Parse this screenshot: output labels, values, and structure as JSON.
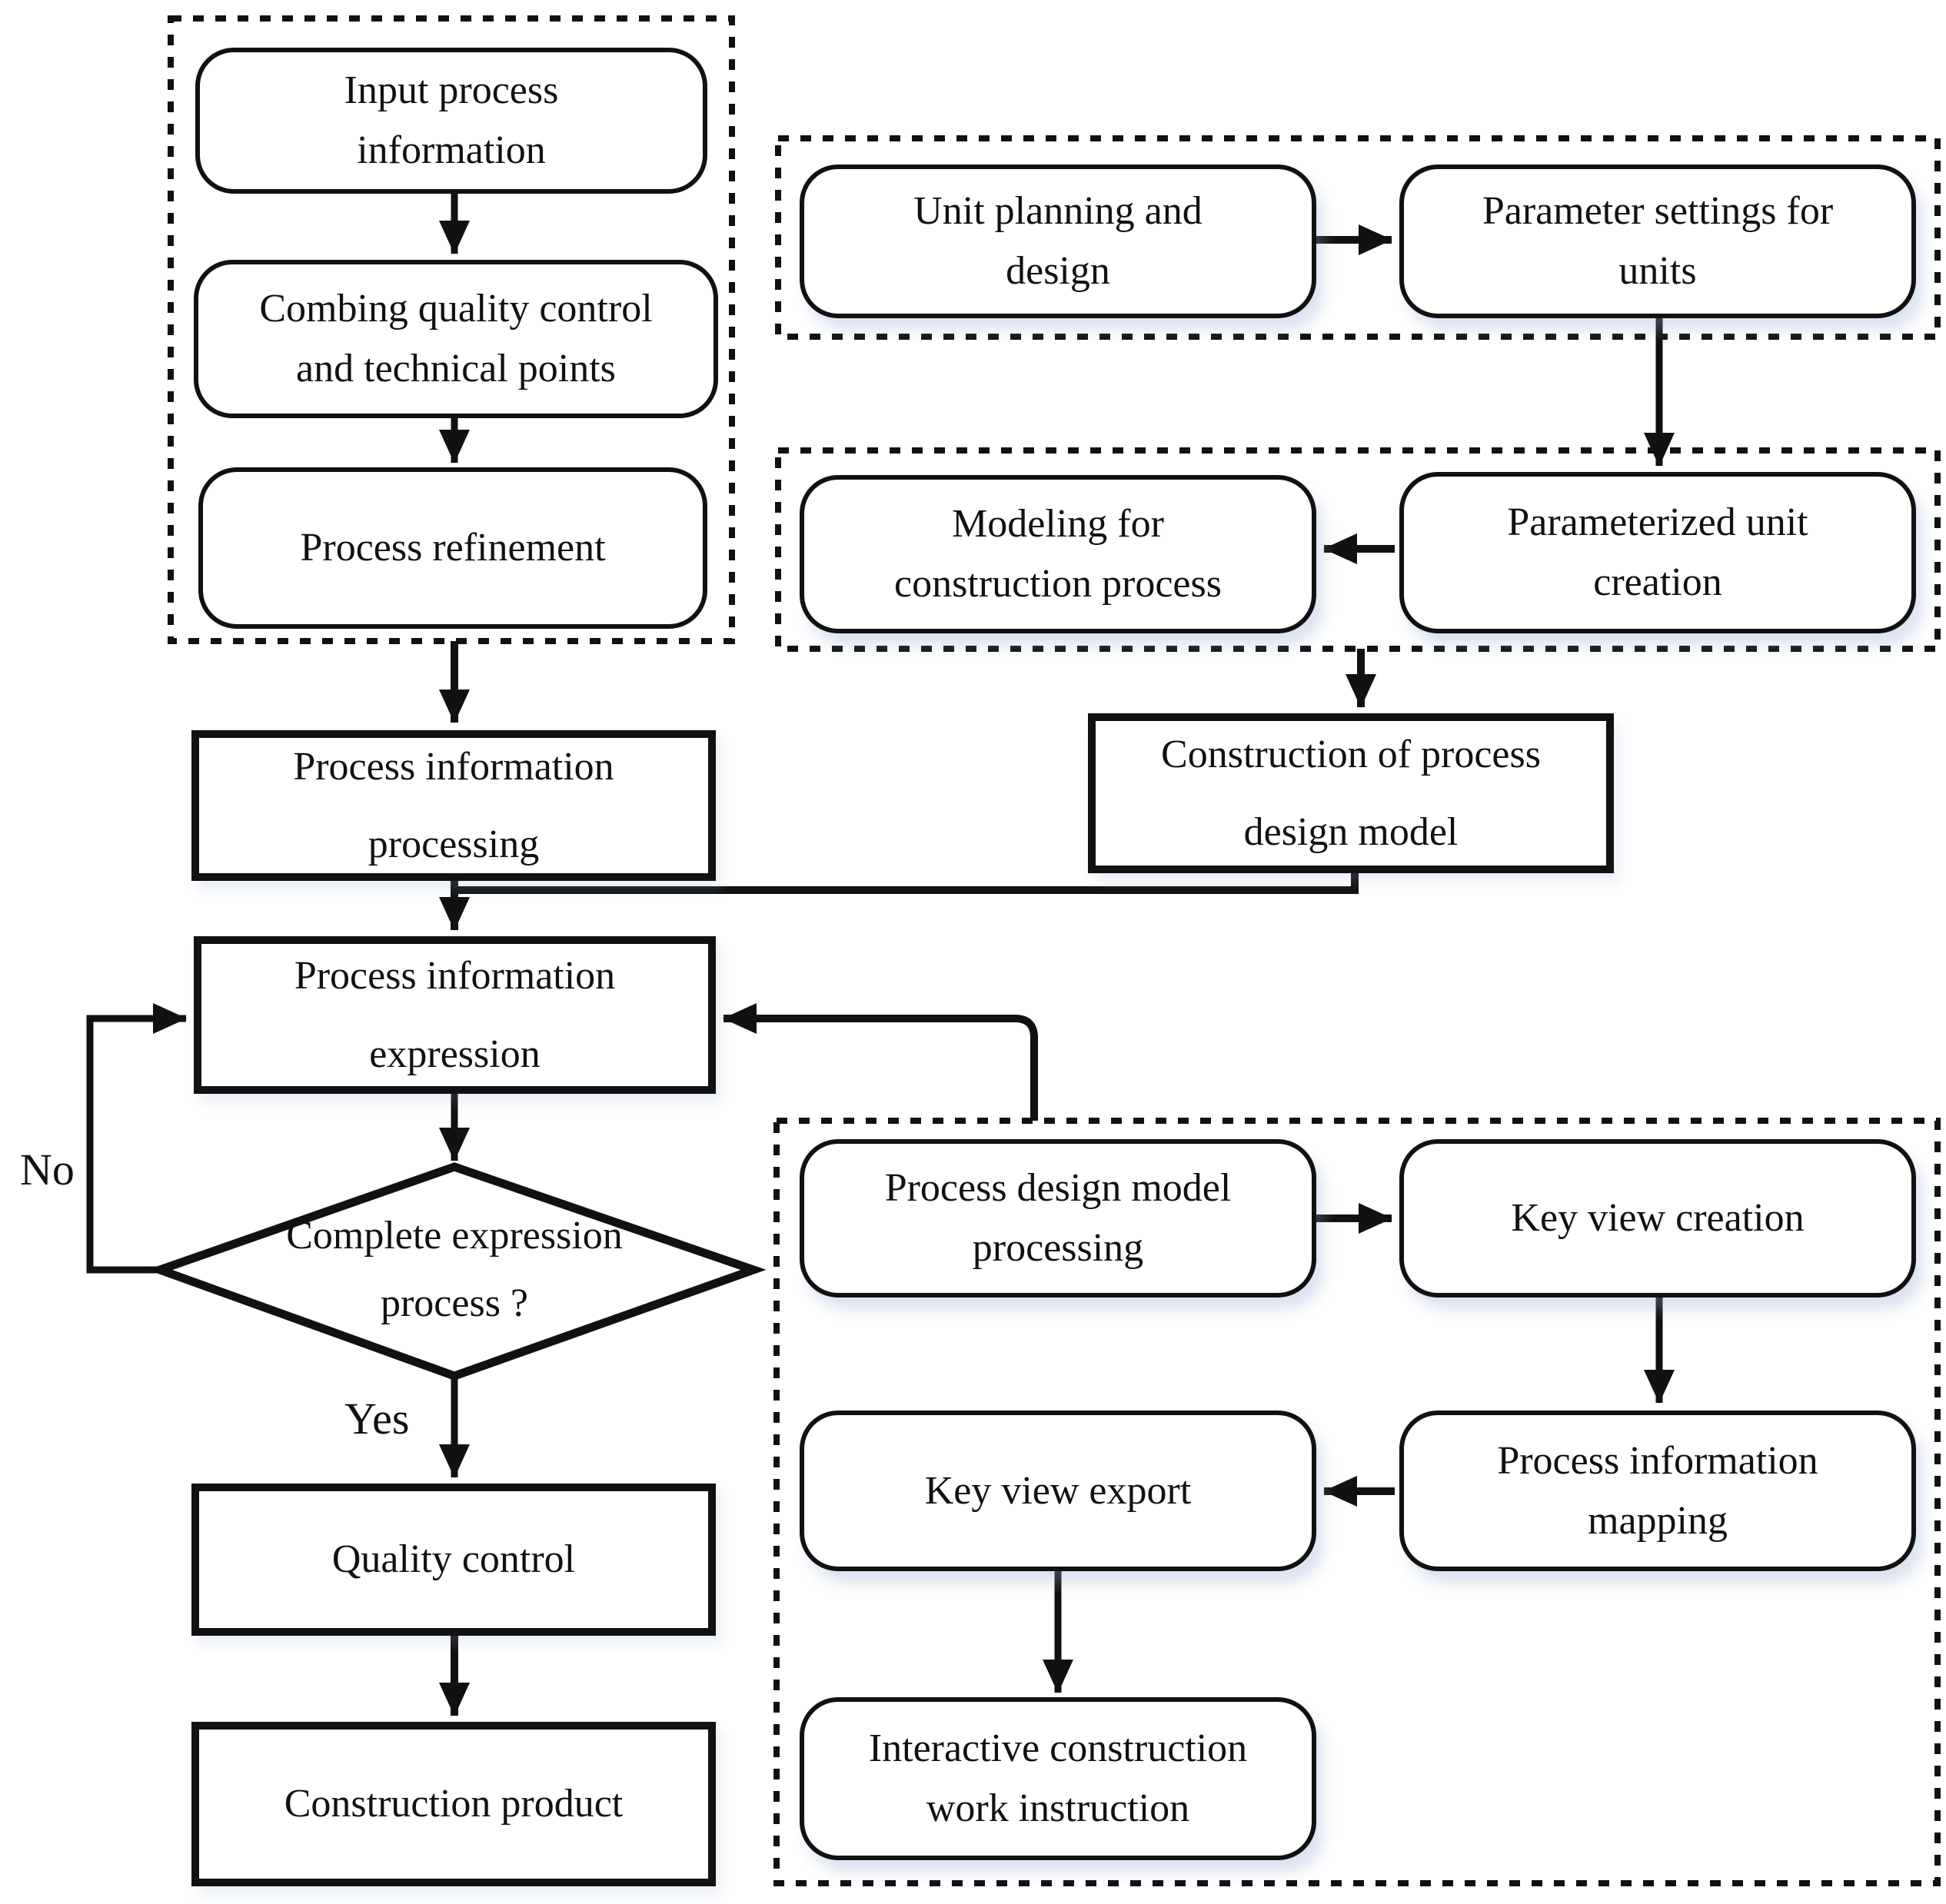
{
  "diagram": {
    "title": "Process design and expression flowchart",
    "colors": {
      "stroke": "#111111",
      "background": "#ffffff",
      "node_fill": "#ffffff"
    },
    "nodes": {
      "input_process_information": {
        "label": "Input process\ninformation",
        "shape": "rounded"
      },
      "combing_quality_control": {
        "label": "Combing quality control\nand technical points",
        "shape": "rounded"
      },
      "process_refinement": {
        "label": "Process refinement",
        "shape": "rounded"
      },
      "unit_planning_design": {
        "label": "Unit planning and\ndesign",
        "shape": "rounded"
      },
      "parameter_settings_units": {
        "label": "Parameter settings for\nunits",
        "shape": "rounded"
      },
      "modeling_construction_process": {
        "label": "Modeling for\nconstruction process",
        "shape": "rounded"
      },
      "parameterized_unit_creation": {
        "label": "Parameterized unit\ncreation",
        "shape": "rounded"
      },
      "process_information_processing": {
        "label": "Process information\nprocessing",
        "shape": "rect"
      },
      "construction_process_design_model": {
        "label": "Construction of process\ndesign model",
        "shape": "rect"
      },
      "process_information_expression": {
        "label": "Process information\nexpression",
        "shape": "rect"
      },
      "complete_expression_process": {
        "label": "Complete expression\nprocess ?",
        "shape": "diamond"
      },
      "quality_control": {
        "label": "Quality control",
        "shape": "rect"
      },
      "construction_product": {
        "label": "Construction product",
        "shape": "rect"
      },
      "process_design_model_processing": {
        "label": "Process design model\nprocessing",
        "shape": "rounded"
      },
      "key_view_creation": {
        "label": "Key view creation",
        "shape": "rounded"
      },
      "key_view_export": {
        "label": "Key view export",
        "shape": "rounded"
      },
      "process_information_mapping": {
        "label": "Process information\nmapping",
        "shape": "rounded"
      },
      "interactive_work_instruction": {
        "label": "Interactive construction\nwork instruction",
        "shape": "rounded"
      }
    },
    "edge_labels": {
      "yes": "Yes",
      "no": "No"
    },
    "groups": [
      {
        "id": "input-group",
        "nodes": [
          "input_process_information",
          "combing_quality_control",
          "process_refinement"
        ]
      },
      {
        "id": "unit-design-group",
        "nodes": [
          "unit_planning_design",
          "parameter_settings_units"
        ]
      },
      {
        "id": "process-modeling-group",
        "nodes": [
          "modeling_construction_process",
          "parameterized_unit_creation"
        ]
      },
      {
        "id": "expression-subprocess-group",
        "nodes": [
          "process_design_model_processing",
          "key_view_creation",
          "key_view_export",
          "process_information_mapping",
          "interactive_work_instruction"
        ]
      }
    ],
    "edges": [
      {
        "from": "input_process_information",
        "to": "combing_quality_control"
      },
      {
        "from": "combing_quality_control",
        "to": "process_refinement"
      },
      {
        "from": "input-group",
        "to": "process_information_processing"
      },
      {
        "from": "unit_planning_design",
        "to": "parameter_settings_units"
      },
      {
        "from": "parameter_settings_units",
        "to": "parameterized_unit_creation"
      },
      {
        "from": "parameterized_unit_creation",
        "to": "modeling_construction_process"
      },
      {
        "from": "process-modeling-group",
        "to": "construction_process_design_model"
      },
      {
        "from": "process_information_processing",
        "to": "process_information_expression"
      },
      {
        "from": "construction_process_design_model",
        "to": "process_information_expression"
      },
      {
        "from": "process_information_expression",
        "to": "complete_expression_process"
      },
      {
        "from": "complete_expression_process",
        "to": "process_information_expression",
        "label": "No"
      },
      {
        "from": "complete_expression_process",
        "to": "quality_control",
        "label": "Yes"
      },
      {
        "from": "quality_control",
        "to": "construction_product"
      },
      {
        "from": "process_design_model_processing",
        "to": "key_view_creation"
      },
      {
        "from": "key_view_creation",
        "to": "process_information_mapping"
      },
      {
        "from": "process_information_mapping",
        "to": "key_view_export"
      },
      {
        "from": "key_view_export",
        "to": "interactive_work_instruction"
      },
      {
        "from": "expression-subprocess-group",
        "to": "process_information_expression"
      }
    ]
  }
}
